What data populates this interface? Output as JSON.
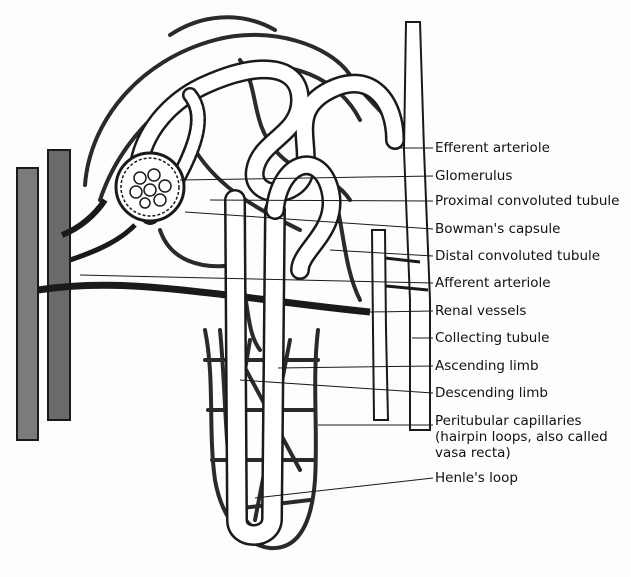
{
  "labels": [
    {
      "key": "efferent",
      "text": "Efferent arteriole"
    },
    {
      "key": "glomerulus",
      "text": "Glomerulus"
    },
    {
      "key": "proximal",
      "text": "Proximal convoluted tubule"
    },
    {
      "key": "bowman",
      "text": "Bowman's capsule"
    },
    {
      "key": "distal",
      "text": "Distal convoluted tubule"
    },
    {
      "key": "afferent",
      "text": "Afferent arteriole"
    },
    {
      "key": "renal",
      "text": "Renal vessels"
    },
    {
      "key": "collecting",
      "text": "Collecting tubule"
    },
    {
      "key": "ascending",
      "text": "Ascending limb"
    },
    {
      "key": "descending",
      "text": "Descending limb"
    },
    {
      "key": "peritubular",
      "text": "Peritubular capillaries\n(hairpin loops, also called\nvasa recta)"
    },
    {
      "key": "henle",
      "text": "Henle's loop"
    }
  ],
  "colors": {
    "ink": "#1a1a1a",
    "vessel_fill": "#7b7b7b",
    "tubule_fill": "#ffffff",
    "paper": "#fdfdfb",
    "bleed_text": "#c9c9c4"
  }
}
